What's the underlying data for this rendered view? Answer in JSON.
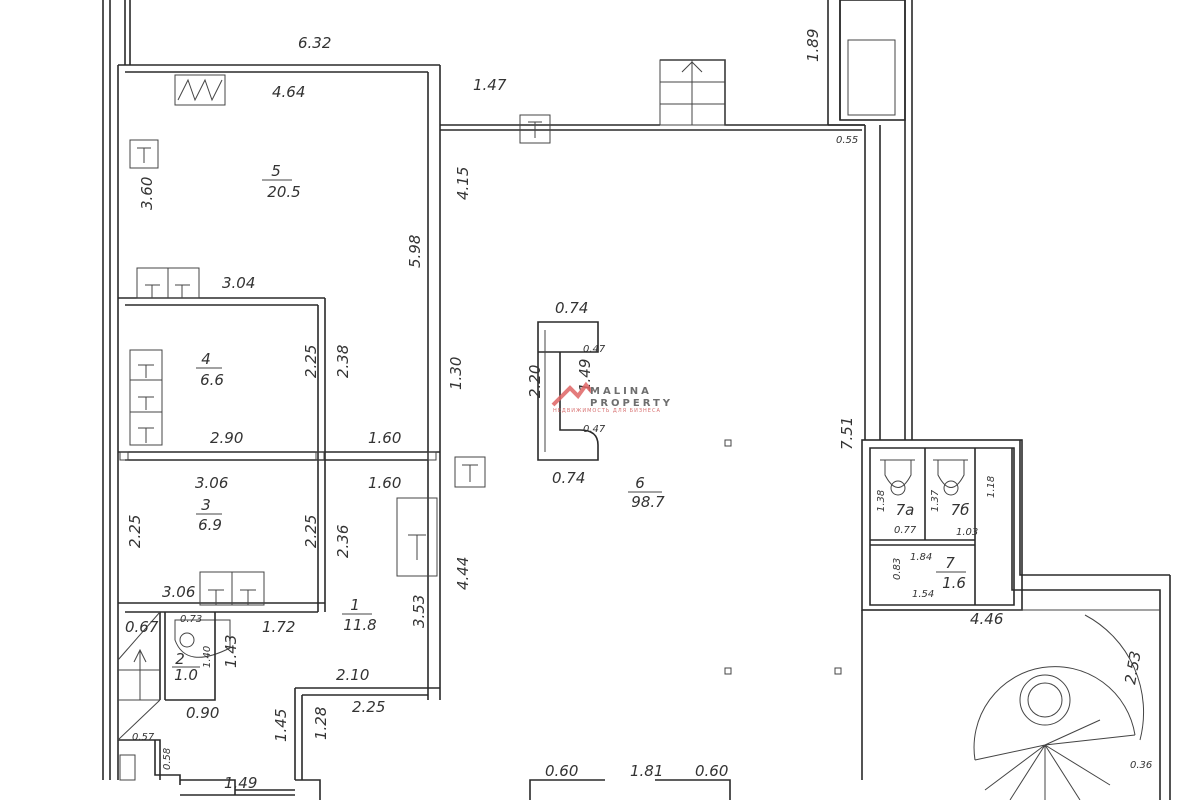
{
  "title": "Floor plan",
  "rooms": [
    {
      "number": "5",
      "area": "20.5"
    },
    {
      "number": "4",
      "area": "6.6"
    },
    {
      "number": "3",
      "area": "6.9"
    },
    {
      "number": "1",
      "area": "11.8"
    },
    {
      "number": "2",
      "area": "1.0"
    },
    {
      "number": "6",
      "area": "98.7"
    },
    {
      "number": "7а",
      "area": ""
    },
    {
      "number": "7б",
      "area": ""
    },
    {
      "number": "7",
      "area": "1.6"
    }
  ],
  "dimensions": [
    "6.32",
    "4.64",
    "1.47",
    "1.89",
    "0.55",
    "3.60",
    "4.15",
    "5.98",
    "3.04",
    "2.25",
    "2.38",
    "1.30",
    "2.90",
    "1.60",
    "1.60",
    "3.06",
    "2.25",
    "2.25",
    "2.36",
    "4.44",
    "3.06",
    "3.53",
    "0.67",
    "0.73",
    "1.72",
    "1.40",
    "1.43",
    "0.90",
    "2.10",
    "2.25",
    "1.45",
    "1.28",
    "0.57",
    "0.58",
    "1.49",
    "0.74",
    "0.47",
    "2.20",
    "1.49",
    "0.47",
    "0.74",
    "7.51",
    "1.38",
    "1.37",
    "1.18",
    "0.77",
    "1.03",
    "0.83",
    "1.84",
    "1.54",
    "4.46",
    "2.53",
    "0.36",
    "0.60",
    "1.81",
    "0.60"
  ],
  "logo": {
    "line1": "MALINA",
    "line2": "PROPERTY",
    "tagline": "НЕДВИЖИМОСТЬ ДЛЯ БИЗНЕСА"
  }
}
